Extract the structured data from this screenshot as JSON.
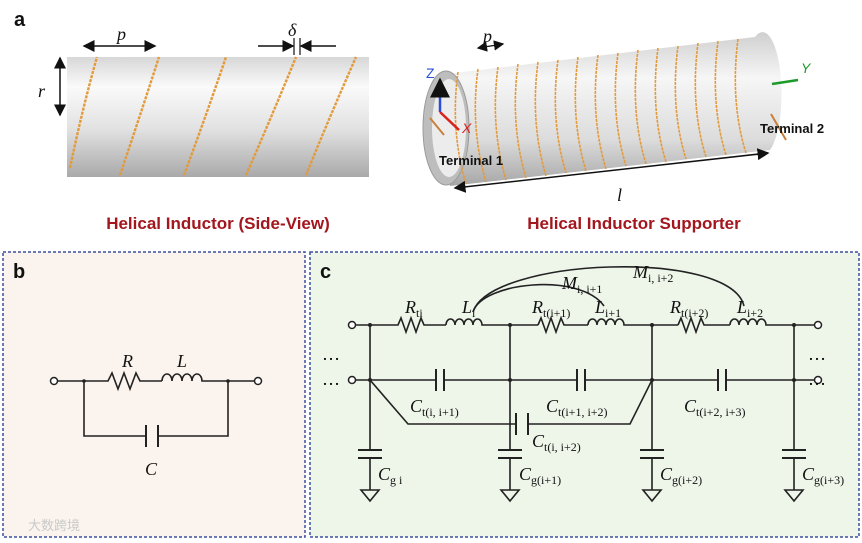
{
  "panel_labels": {
    "a": "a",
    "b": "b",
    "c": "c"
  },
  "panel_a": {
    "side_view_caption": "Helical Inductor (Side-View)",
    "supporter_caption": "Helical Inductor Supporter",
    "sym_p": "p",
    "sym_delta": "δ",
    "sym_r": "r",
    "sym_p2": "p",
    "sym_l": "l",
    "axis_z": "Z",
    "axis_x": "X",
    "axis_y": "Y",
    "terminal_1": "Terminal 1",
    "terminal_2": "Terminal 2"
  },
  "panel_b": {
    "R": "R",
    "L": "L",
    "C": "C"
  },
  "panel_c": {
    "ellipsis": "…",
    "Rti": {
      "main": "R",
      "sub": "ti"
    },
    "Li": {
      "main": "L",
      "sub": "i"
    },
    "Rt1": {
      "main": "R",
      "sub": "t(i+1)"
    },
    "Li1": {
      "main": "L",
      "sub": "i+1"
    },
    "Rt2": {
      "main": "R",
      "sub": "t(i+2)"
    },
    "Li2": {
      "main": "L",
      "sub": "i+2"
    },
    "M1": {
      "main": "M",
      "sub": "i, i+1"
    },
    "M2": {
      "main": "M",
      "sub": "i, i+2"
    },
    "Ct1": {
      "main": "C",
      "sub": "t(i, i+1)"
    },
    "Ct2": {
      "main": "C",
      "sub": "t(i+1, i+2)"
    },
    "Ct3": {
      "main": "C",
      "sub": "t(i+2, i+3)"
    },
    "Ct4": {
      "main": "C",
      "sub": "t(i, i+2)"
    },
    "Cg0": {
      "main": "C",
      "sub": "g i"
    },
    "Cg1": {
      "main": "C",
      "sub": "g(i+1)"
    },
    "Cg2": {
      "main": "C",
      "sub": "g(i+2)"
    },
    "Cg3": {
      "main": "C",
      "sub": "g(i+3)"
    }
  },
  "watermark": "大数跨境",
  "colors": {
    "caption": "#a3161d",
    "coil": "#e8a040",
    "panel_b_bg": "#fbf4ee",
    "panel_c_bg": "#eef5e9",
    "frame": "#3b4fa0"
  }
}
